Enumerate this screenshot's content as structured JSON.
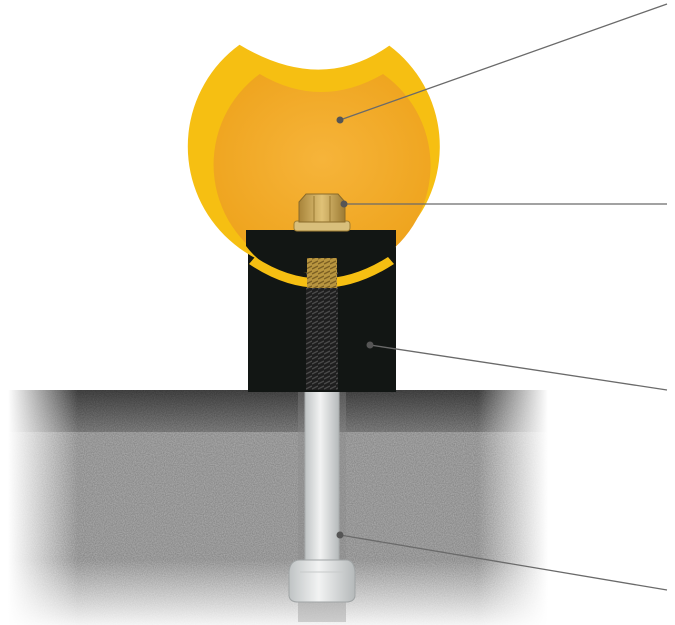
{
  "diagram": {
    "subject": "bollard-anchor-cross-section",
    "callouts": [
      {
        "id": "yellow-sleeve"
      },
      {
        "id": "hex-nut"
      },
      {
        "id": "black-base-block"
      },
      {
        "id": "anchor-bolt"
      }
    ],
    "colors": {
      "sleeve_outer": "#F6BF12",
      "sleeve_inner": "#F3A92A",
      "base_block": "#121614",
      "nut": "#C8A04A",
      "thread": "#2A2A2A",
      "anchor": "#D6D9DA",
      "leader_line": "#6A6A6A",
      "leader_dot": "#555555",
      "concrete": "#B7B7B7",
      "asphalt": "#5E5E5E"
    }
  }
}
